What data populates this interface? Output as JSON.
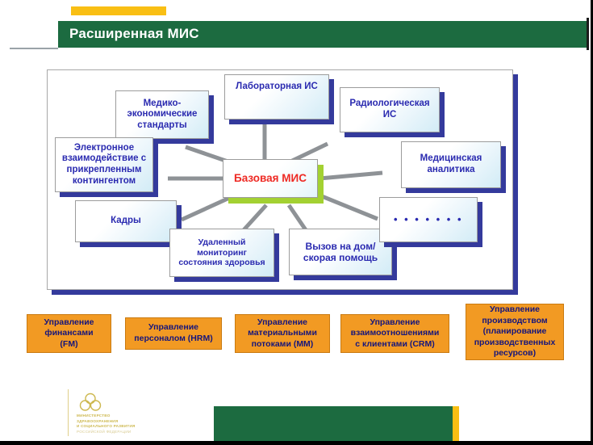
{
  "header": {
    "title": "Расширенная МИС",
    "accent_yellow": "#f9bf14",
    "bar_green": "#1c6b40"
  },
  "diagram": {
    "center": {
      "label": "Базовая МИС",
      "text_color": "#ee2a24",
      "shadow_color": "#a3d132"
    },
    "nodes": [
      {
        "id": "mes",
        "label": "Медико-\nэкономические\nстандарты"
      },
      {
        "id": "lis",
        "label": "Лабораторная ИС"
      },
      {
        "id": "ris",
        "label": "Радиологическая\nИС"
      },
      {
        "id": "e-interaction",
        "label": "Электронное\nвзаимодействие с\nприкрепленным\nконтингентом"
      },
      {
        "id": "analytics",
        "label": "Медицинская\nаналитика"
      },
      {
        "id": "hr",
        "label": "Кадры"
      },
      {
        "id": "monitoring",
        "label": "Удаленный\nмониторинг\nсостояния здоровья"
      },
      {
        "id": "house-call",
        "label": "Вызов на дом/\nскорая помощь"
      },
      {
        "id": "more",
        "label": "• • • • • • •"
      }
    ],
    "node_text_color": "#2a2ab0",
    "node_shadow_color": "#343a9c"
  },
  "modules": {
    "fill_color": "#f29a23",
    "text_color": "#15157c",
    "items": [
      {
        "id": "fm",
        "label": "Управление\nфинансами\n(FM)"
      },
      {
        "id": "hrm",
        "label": "Управление\nперсоналом (HRM)"
      },
      {
        "id": "mm",
        "label": "Управление\nматериальными\nпотоками (MM)"
      },
      {
        "id": "crm",
        "label": "Управление\nвзаимоотношениями\nс клиентами (CRM)"
      },
      {
        "id": "mrp",
        "label": "Управление\nпроизводством\n(планирование\nпроизводственных\nресурсов)"
      }
    ]
  },
  "footer": {
    "logo_line1": "МИНИСТЕРСТВО",
    "logo_line2": "ЗДРАВООХРАНЕНИЯ",
    "logo_line3": "И СОЦИАЛЬНОГО РАЗВИТИЯ",
    "logo_line4": "РОССИЙСКОЙ ФЕДЕРАЦИИ",
    "logo_color": "#cdb84f"
  }
}
